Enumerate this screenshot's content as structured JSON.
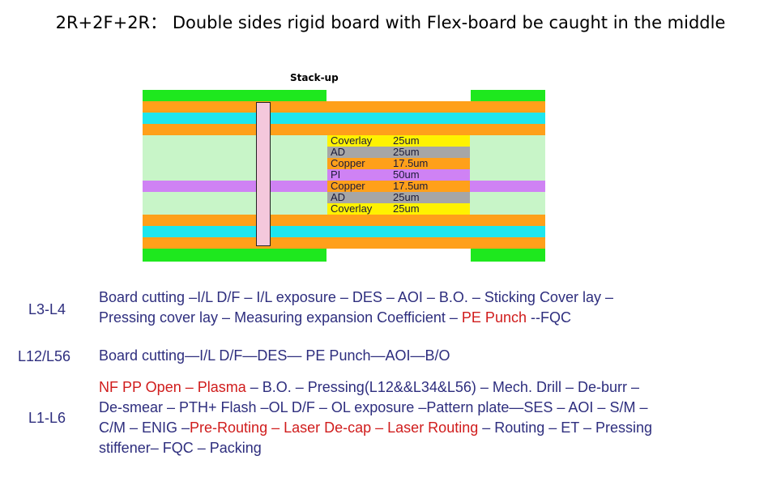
{
  "title": "2R+2F+2R： Double sides rigid board with Flex-board be caught in the middle",
  "diagram": {
    "stackup_label": "Stack-up",
    "colors": {
      "green": "#1ee81e",
      "orange": "#ffa01a",
      "cyan": "#1ee6ee",
      "light_green": "#c8f5c8",
      "yellow": "#fff200",
      "gray": "#a6a6a6",
      "violet": "#cf82f4",
      "via_fill": "#f4c8dc"
    },
    "flex_layers": [
      {
        "material": "Coverlay",
        "thickness": "25um"
      },
      {
        "material": "AD",
        "thickness": "25um"
      },
      {
        "material": "Copper",
        "thickness": "17.5um"
      },
      {
        "material": "PI",
        "thickness": "50um"
      },
      {
        "material": "Copper",
        "thickness": "17.5um"
      },
      {
        "material": "AD",
        "thickness": "25um"
      },
      {
        "material": "Coverlay",
        "thickness": "25um"
      }
    ]
  },
  "process": {
    "l3l4": {
      "label": "L3-L4",
      "line1": "Board cutting –I/L D/F – I/L exposure – DES – AOI – B.O. – Sticking Cover lay –",
      "line2a": "Pressing cover lay – Measuring expansion Coefficient – ",
      "line2b": "PE Punch",
      "line2c": " --FQC"
    },
    "l12l56": {
      "label": "L12/L56",
      "line1": "Board cutting—I/L D/F—DES— PE Punch—AOI—B/O"
    },
    "l1l6": {
      "label": "L1-L6",
      "line1a": "NF PP Open – Plasma",
      "line1b": " – B.O. – Pressing(L12&&L34&L56) – Mech. Drill – De-burr –",
      "line2": "De-smear –  PTH+ Flash –OL D/F –  OL exposure –Pattern plate—SES –  AOI –  S/M  –",
      "line3a": "C/M – ENIG –",
      "line3b": "Pre-Routing – Laser De-cap – Laser Routing",
      "line3c": " – Routing – ET – Pressing",
      "line4": "stiffener– FQC – Packing"
    }
  }
}
